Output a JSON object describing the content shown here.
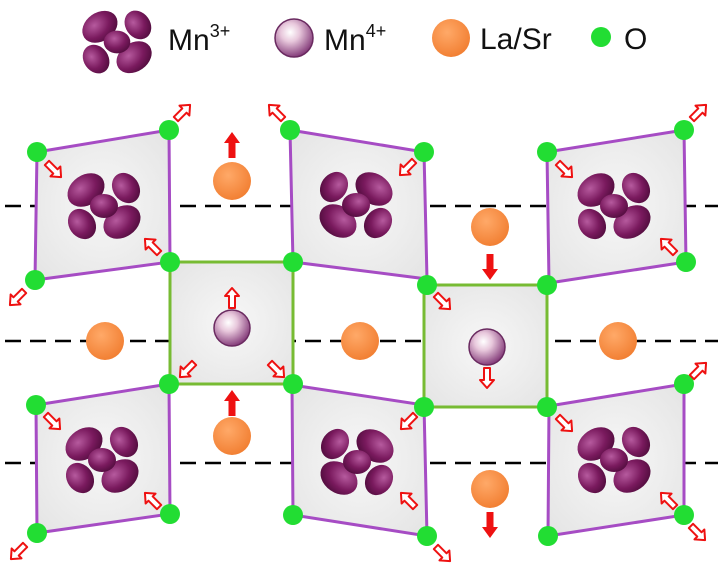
{
  "legend": {
    "mn3": {
      "base": "Mn",
      "sup": "3+"
    },
    "mn4": {
      "base": "Mn",
      "sup": "4+"
    },
    "lasr": {
      "label": "La/Sr"
    },
    "oxygen": {
      "label": "O"
    }
  },
  "colors": {
    "mn3_orbital": "#7a1a5e",
    "mn4_ion": "#8a3f80",
    "la_sr": "#f5843a",
    "oxygen": "#22dd33",
    "mn3_octahedron_edge": "#a64cc4",
    "mn4_octahedron_edge": "#77bb33",
    "octahedron_fill": "#eeeeee",
    "displacement_arrow": "#ee1111",
    "dashed_line": "#000000"
  }
}
